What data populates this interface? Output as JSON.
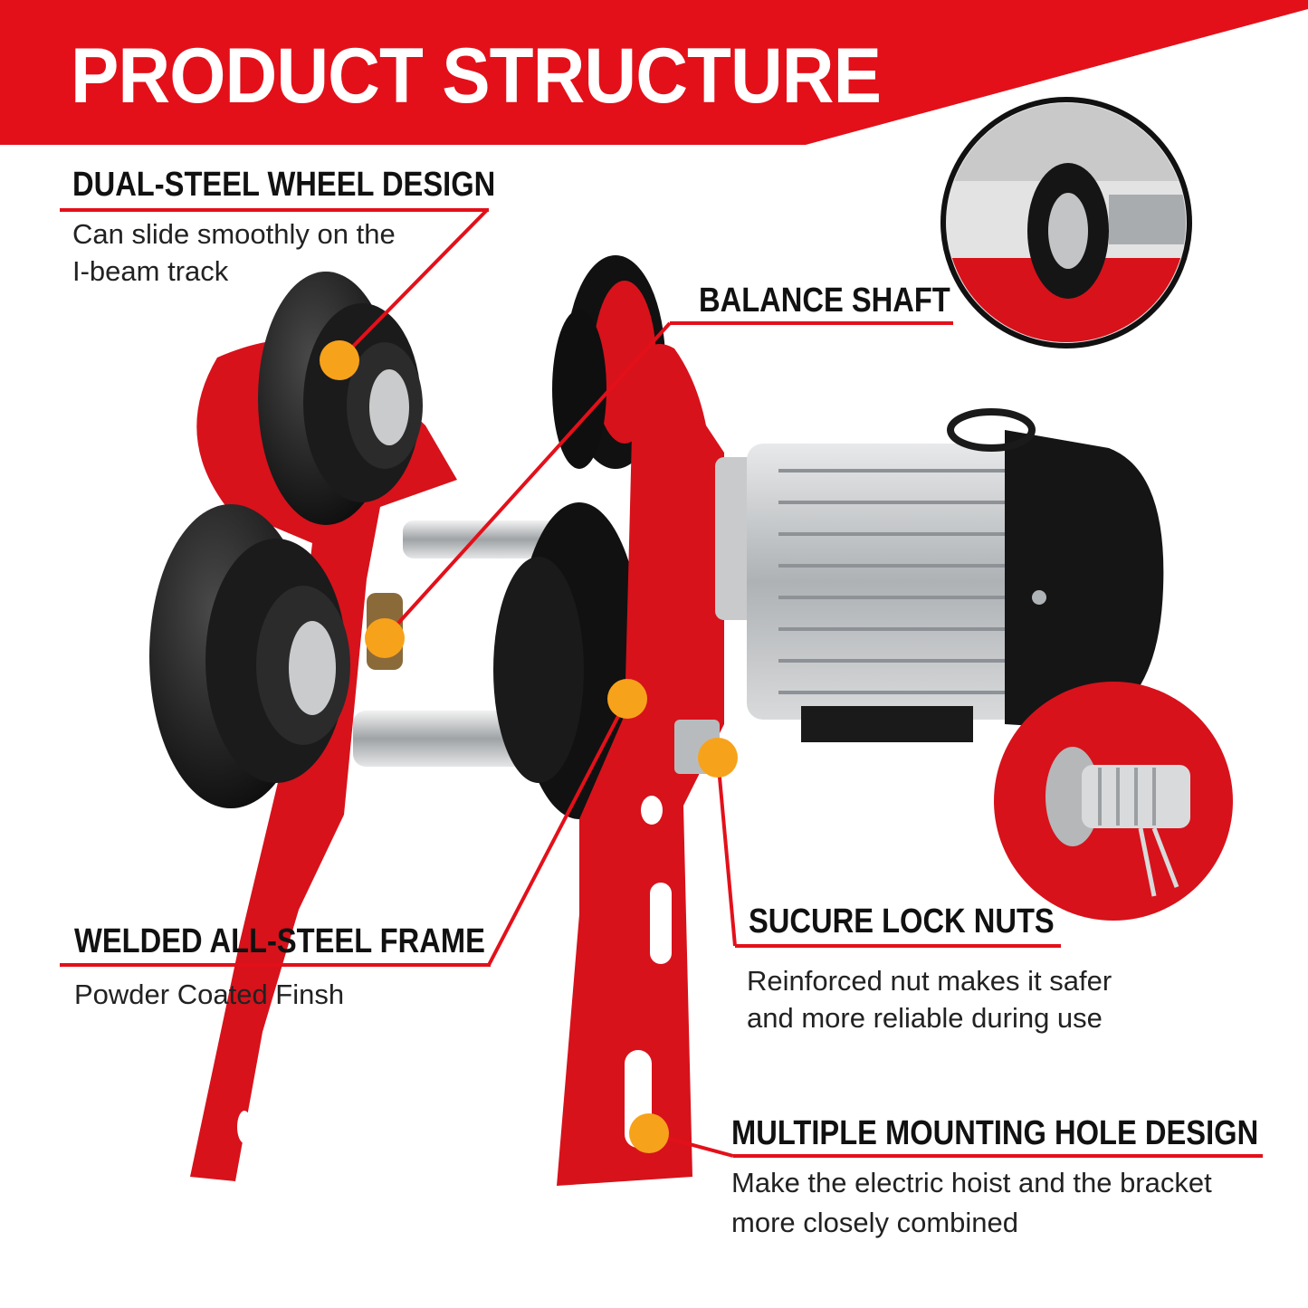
{
  "header": {
    "title": "PRODUCT STRUCTURE"
  },
  "features": [
    {
      "heading": "DUAL-STEEL WHEEL DESIGN",
      "description_lines": [
        "Can slide smoothly on the",
        "I-beam track"
      ]
    },
    {
      "heading": "BALANCE SHAFT",
      "description_lines": []
    },
    {
      "heading": "WELDED ALL-STEEL FRAME",
      "description_lines": [
        "Powder Coated Finsh"
      ]
    },
    {
      "heading": "SUCURE LOCK NUTS",
      "description_lines": [
        "Reinforced nut makes it safer",
        "and more reliable during use"
      ]
    },
    {
      "heading": "MULTIPLE MOUNTING HOLE DESIGN",
      "description_lines": [
        "Make the electric hoist and the bracket",
        "more closely combined"
      ]
    }
  ],
  "colors": {
    "banner_red": "#e3101a",
    "accent_red": "#e3101a",
    "marker_orange": "#f7a21b",
    "frame_red": "#d7121b",
    "wheel_black": "#151515",
    "motor_silver": "#c8cacc",
    "text_dark": "#111111"
  },
  "images": {
    "product": "electric trolley with geared wheels and motor",
    "detail_1": "balance shaft bearing close-up",
    "detail_2": "lock nut with cotter pin close-up"
  }
}
